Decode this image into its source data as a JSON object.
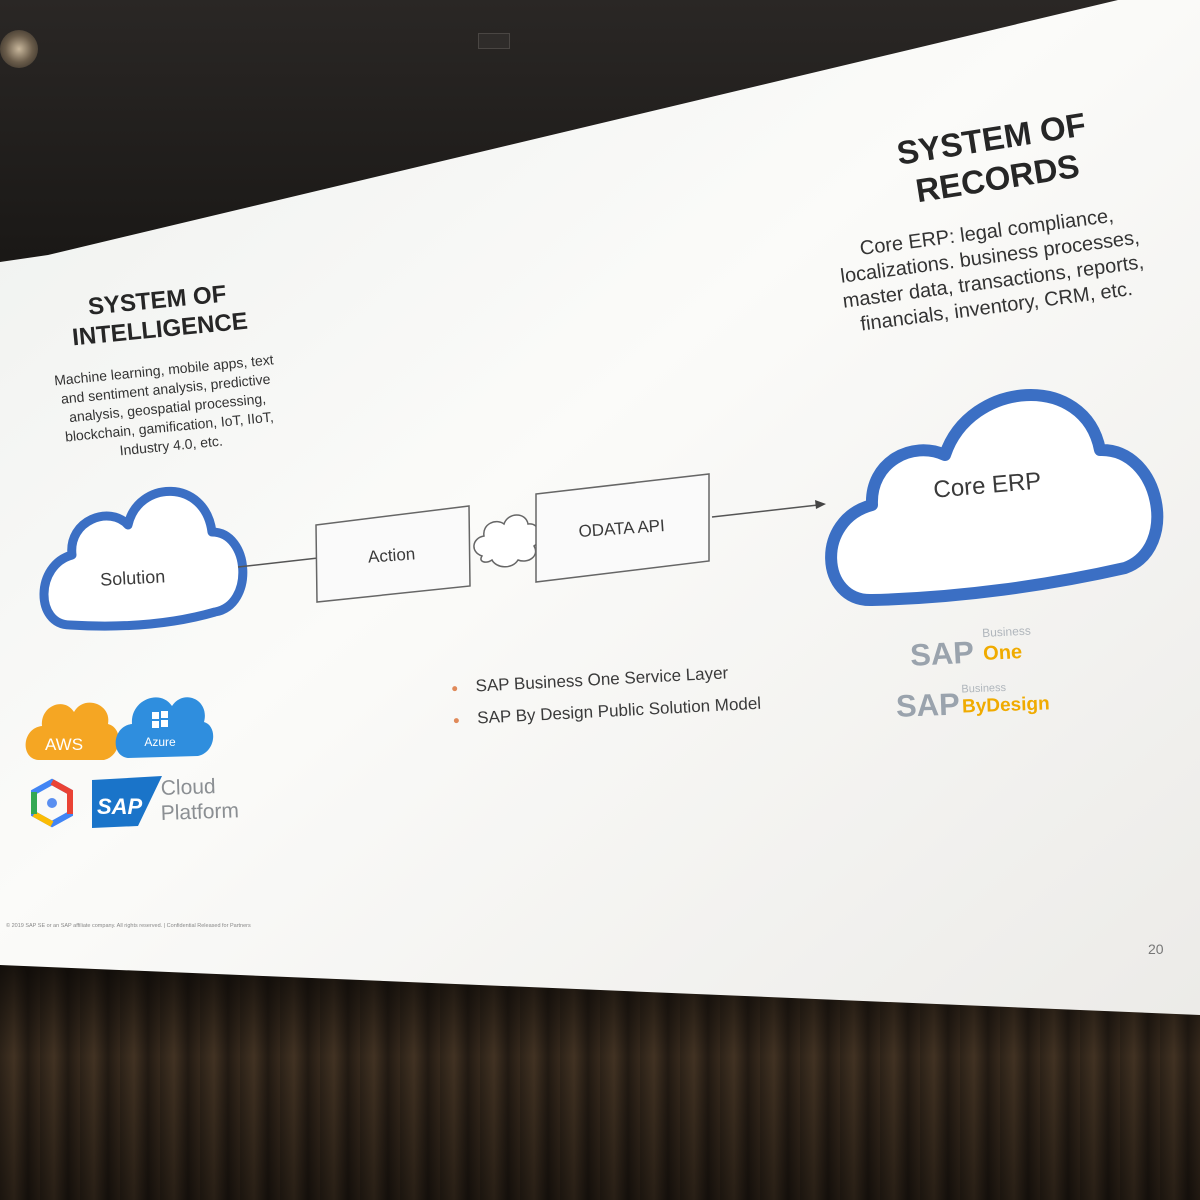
{
  "left_panel": {
    "heading_line1": "SYSTEM OF",
    "heading_line2": "INTELLIGENCE",
    "description": [
      "Machine learning, mobile apps, text",
      "and sentiment analysis, predictive",
      "analysis, geospatial processing,",
      "blockchain, gamification, IoT, IIoT,",
      "Industry 4.0, etc."
    ],
    "cloud_label": "Solution"
  },
  "right_panel": {
    "heading_line1": "SYSTEM OF",
    "heading_line2": "RECORDS",
    "description": [
      "Core ERP: legal compliance,",
      "localizations. business processes,",
      "master data, transactions, reports,",
      "financials, inventory, CRM, etc."
    ],
    "cloud_label": "Core ERP"
  },
  "flow": {
    "action_label": "Action",
    "api_label": "ODATA API"
  },
  "bullets": [
    "SAP Business One Service Layer",
    "SAP By Design Public Solution Model"
  ],
  "platforms": {
    "aws": "AWS",
    "azure": "Azure",
    "sap_cloud_line1": "Cloud",
    "sap_cloud_line2": "Platform",
    "sap_logo": "SAP"
  },
  "erp_logos": {
    "b1_sap": "SAP",
    "b1_small": "Business",
    "b1_big": "One",
    "bd_sap": "SAP",
    "bd_small": "Business",
    "bd_big": "ByDesign"
  },
  "footer": {
    "copyright": "© 2019 SAP SE or an SAP affiliate company. All rights reserved.  |  Confidential  Released for Partners",
    "page_number": "20"
  },
  "colors": {
    "cloud_blue": "#3b6fc4",
    "aws_orange": "#f5a623",
    "azure_blue": "#2f8ede",
    "sap_blue": "#1a74c9",
    "sap_gold": "#f0ab00",
    "slide_bg": "#f6f6f4"
  }
}
